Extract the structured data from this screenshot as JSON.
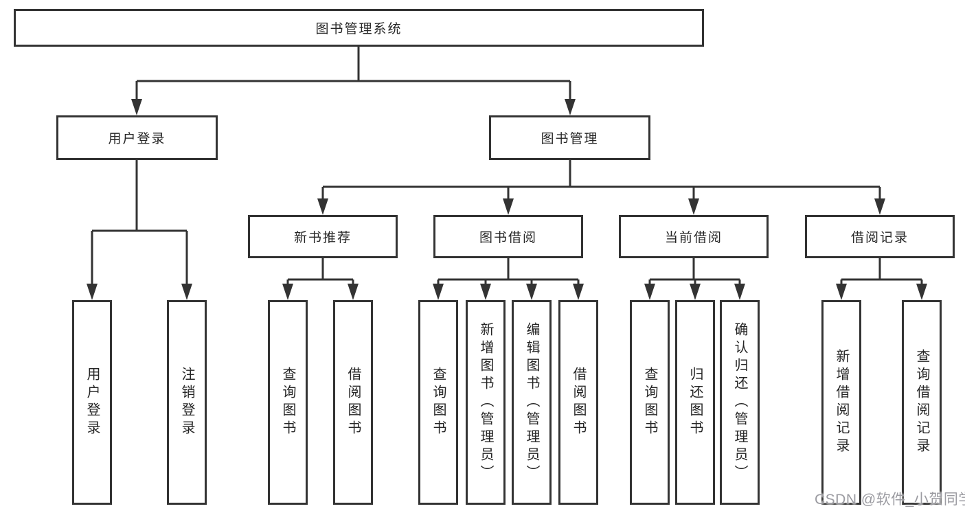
{
  "colors": {
    "line": "#333333",
    "border": "#333333",
    "text": "#262626",
    "background": "#ffffff",
    "watermark_text": "#9b9ba1"
  },
  "diagram": {
    "type": "hierarchy-flowchart",
    "title": "图书管理系统",
    "groups": [
      {
        "name": "用户登录",
        "leaves": [
          "用户登录",
          "注销登录"
        ]
      },
      {
        "name": "图书管理",
        "modules": [
          {
            "name": "新书推荐",
            "leaves": [
              "查询图书",
              "借阅图书"
            ]
          },
          {
            "name": "图书借阅",
            "leaves": [
              "查询图书",
              "新增图书（管理员）",
              "编辑图书（管理员）",
              "借阅图书"
            ]
          },
          {
            "name": "当前借阅",
            "leaves": [
              "查询图书",
              "归还图书",
              "确认归还（管理员）"
            ]
          },
          {
            "name": "借阅记录",
            "leaves": [
              "新增借阅记录",
              "查询借阅记录"
            ]
          }
        ]
      }
    ]
  },
  "watermark": {
    "text": "CSDN @软件_小贺同学"
  }
}
